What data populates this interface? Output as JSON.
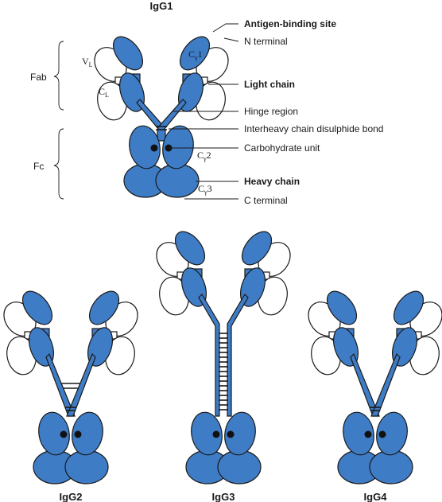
{
  "titles": {
    "igg1": "IgG1",
    "igg2": "IgG2",
    "igg3": "IgG3",
    "igg4": "IgG4"
  },
  "regions": {
    "fab": "Fab",
    "fc": "Fc"
  },
  "domains": {
    "vl": "V",
    "vl_sub": "L",
    "cl": "C",
    "cl_sub": "L",
    "ch1": "C",
    "ch1_sub": "γ",
    "ch1_num": "1",
    "ch2": "C",
    "ch2_sub": "γ",
    "ch2_num": "2",
    "ch3": "C",
    "ch3_sub": "γ",
    "ch3_num": "3"
  },
  "labels": {
    "antigen_site": "Antigen-binding site",
    "n_terminal": "N terminal",
    "light_chain": "Light chain",
    "hinge": "Hinge region",
    "disulphide": "Interheavy chain disulphide bond",
    "carbohydrate": "Carbohydrate unit",
    "heavy_chain": "Heavy chain",
    "c_terminal": "C terminal"
  },
  "colors": {
    "heavy_chain": "#3e7cc6",
    "light_chain": "#ffffff",
    "outline": "#1a1a1a"
  }
}
